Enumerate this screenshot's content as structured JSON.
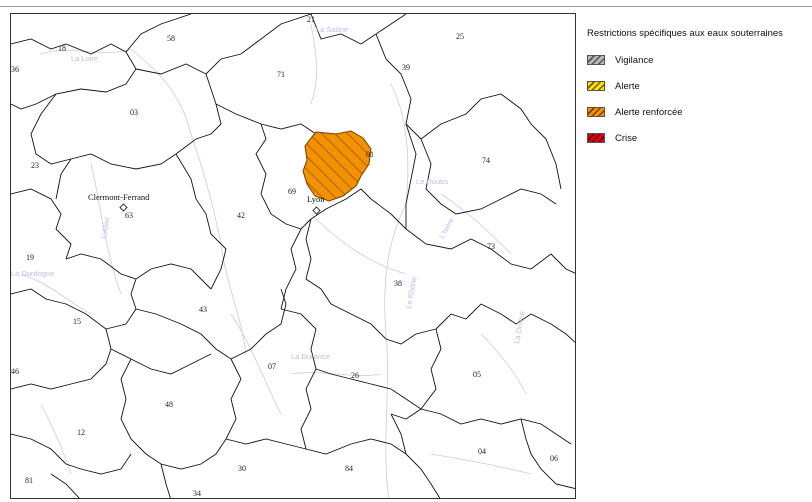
{
  "legend": {
    "title": "Restrictions spécifiques aux eaux souterraines",
    "items": [
      {
        "label": "Vigilance",
        "color": "#b8b8b8",
        "stripe": "#555555"
      },
      {
        "label": "Alerte",
        "color": "#ffe100",
        "stripe": "#6b5a00"
      },
      {
        "label": "Alerte renforcée",
        "color": "#f39200",
        "stripe": "#7a3d00"
      },
      {
        "label": "Crise",
        "color": "#e0001a",
        "stripe": "#5a0000"
      }
    ]
  },
  "map": {
    "departments": [
      "18",
      "58",
      "21",
      "25",
      "36",
      "71",
      "39",
      "03",
      "01",
      "23",
      "74",
      "69",
      "42",
      "63",
      "73",
      "19",
      "38",
      "15",
      "43",
      "07",
      "26",
      "05",
      "48",
      "12",
      "30",
      "84",
      "04",
      "06",
      "81",
      "34",
      "46"
    ],
    "cities": [
      "Clermont-Ferrand",
      "Lyon"
    ],
    "rivers": [
      "La Loire",
      "La Saône",
      "Le Doubs",
      "L'Allier",
      "La Dordogne",
      "La Durance",
      "Le Rhône",
      "L'Isère",
      "La Drôme"
    ],
    "highlighted": {
      "department": "01",
      "status": "Alerte renforcée",
      "color": "#f39200"
    }
  }
}
